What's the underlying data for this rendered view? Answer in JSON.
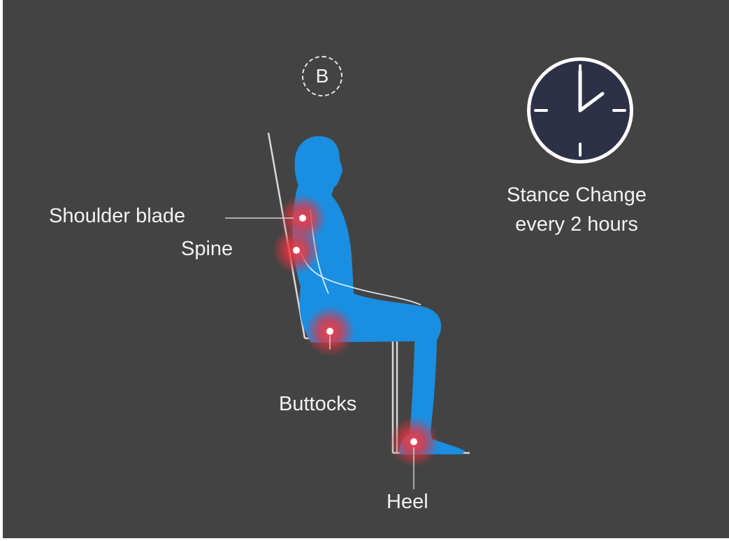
{
  "badge": {
    "letter": "B"
  },
  "clock": {
    "icon": "clock-icon",
    "face_color": "#2c3148",
    "rim_color": "#ffffff",
    "time": "2:00"
  },
  "stance": {
    "line1": "Stance Change",
    "line2": "every 2 hours"
  },
  "pressure_points": [
    {
      "label": "Shoulder blade"
    },
    {
      "label": "Spine"
    },
    {
      "label": "Buttocks"
    },
    {
      "label": "Heel"
    }
  ],
  "colors": {
    "background": "#434343",
    "figure": "#1a8ee0",
    "pressure": "#e8343e",
    "text": "#f2f2f2"
  }
}
